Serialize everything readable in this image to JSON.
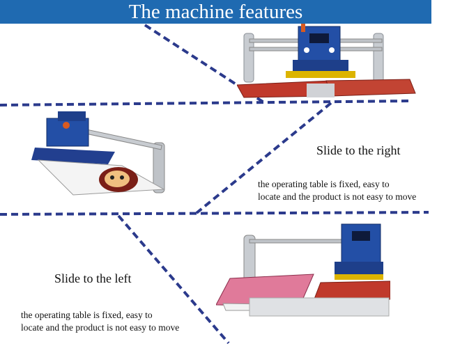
{
  "banner": {
    "title": "The machine features",
    "color": "#1f6ab1"
  },
  "right_feature": {
    "title": "Slide to the right",
    "line1": "the operating table is fixed, easy to",
    "line2": "locate and the product is not easy to move"
  },
  "left_feature": {
    "title": "Slide to the left",
    "line1": "the operating table is fixed, easy to",
    "line2": "locate and the product is not easy to move"
  },
  "colors": {
    "dash": "#2b3a8c",
    "machine_blue": "#234fa6",
    "platen_red": "#c0392b",
    "steel": "#bfc3c8"
  }
}
